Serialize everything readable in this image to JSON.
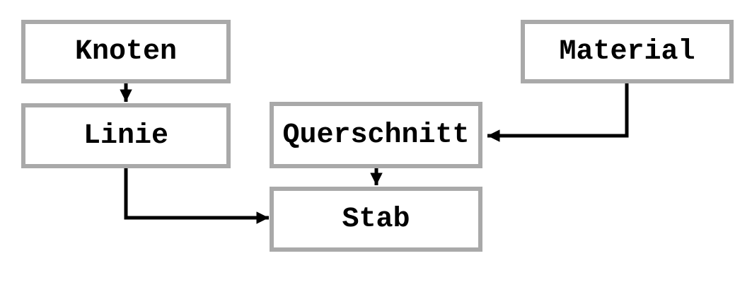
{
  "diagram": {
    "title": "",
    "nodes": {
      "knoten": {
        "label": "Knoten"
      },
      "linie": {
        "label": "Linie"
      },
      "material": {
        "label": "Material"
      },
      "querschnitt": {
        "label": "Querschnitt"
      },
      "stab": {
        "label": "Stab"
      }
    },
    "edges": [
      {
        "from": "Knoten",
        "to": "Linie",
        "direction": "down"
      },
      {
        "from": "Material",
        "to": "Querschnitt",
        "direction": "down-then-left"
      },
      {
        "from": "Linie",
        "to": "Stab",
        "direction": "down-then-right"
      },
      {
        "from": "Querschnitt",
        "to": "Stab",
        "direction": "down"
      }
    ],
    "colors": {
      "background": "#ffffff",
      "box_border": "#a9a9a9",
      "box_fill": "#ffffff",
      "text": "#000000",
      "arrow": "#000000"
    }
  }
}
